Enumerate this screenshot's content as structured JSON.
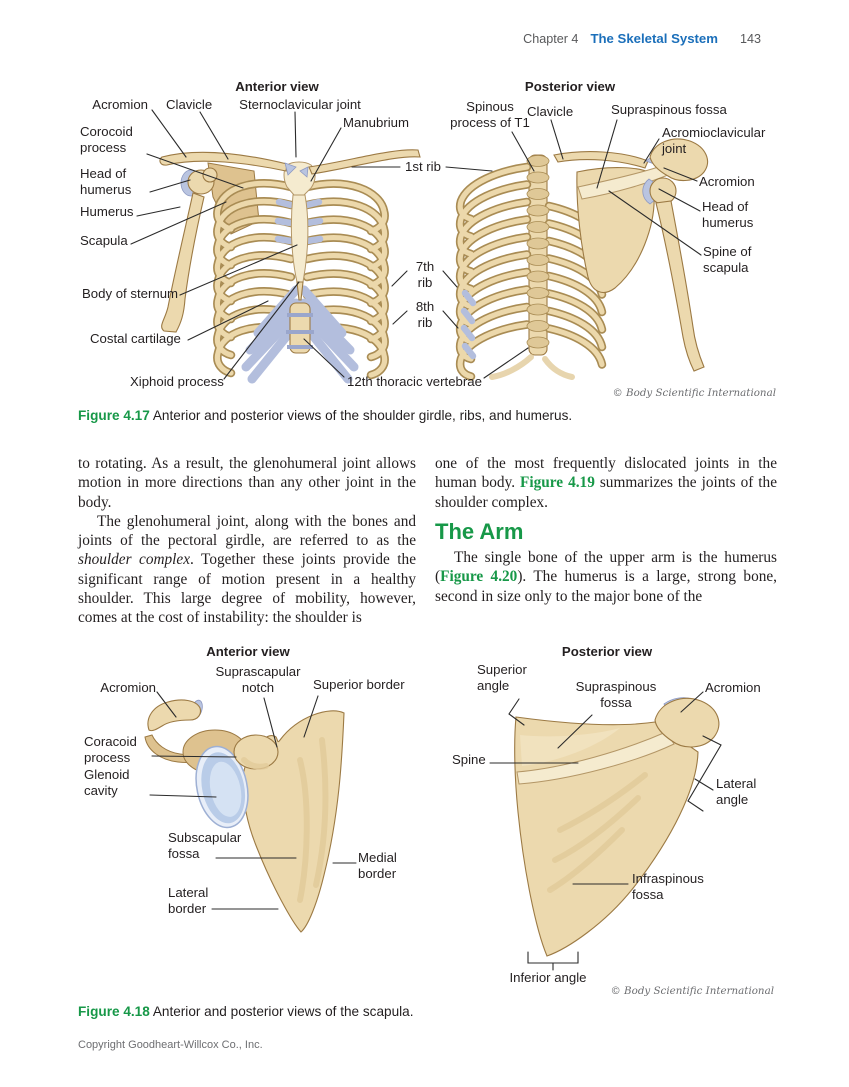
{
  "header": {
    "chapter": "Chapter 4",
    "title": "The Skeletal System",
    "page": "143"
  },
  "colors": {
    "accent_green": "#179848",
    "accent_blue": "#1b6fba",
    "bone": "#ecd9ae",
    "cartilage": "#b9c4e0"
  },
  "fig417": {
    "anterior_title": "Anterior view",
    "posterior_title": "Posterior view",
    "labels": {
      "acromion_a": "Acromion",
      "clavicle_a": "Clavicle",
      "sternoclavicular_joint": "Sternoclavicular joint",
      "manubrium": "Manubrium",
      "corocoid_process": "Corocoid process",
      "head_of_humerus_a": "Head of humerus",
      "humerus": "Humerus",
      "scapula": "Scapula",
      "body_of_sternum": "Body of sternum",
      "costal_cartilage": "Costal cartilage",
      "xiphoid_process": "Xiphoid process",
      "first_rib": "1st rib",
      "seventh_rib": "7th rib",
      "eighth_rib": "8th rib",
      "twelfth_thoracic": "12th thoracic vertebrae",
      "spinous_process_t1": "Spinous process of T1",
      "clavicle_p": "Clavicle",
      "supraspinous_fossa": "Supraspinous fossa",
      "acromioclavicular_joint": "Acromioclavicular joint",
      "acromion_p": "Acromion",
      "head_of_humerus_p": "Head of humerus",
      "spine_of_scapula": "Spine of scapula"
    },
    "credit": "© Body Scientific International",
    "caption_label": "Figure 4.17",
    "caption_text": "Anterior and posterior views of the shoulder girdle, ribs, and humerus."
  },
  "body_text": {
    "col1_p1": "to rotating. As a result, the glenohumeral joint allows motion in more directions than any other joint in the body.",
    "col1_p2_pre": "The glenohumeral joint, along with the bones and joints of the pectoral girdle, are referred to as the ",
    "col1_p2_italic": "shoulder complex",
    "col1_p2_post": ". Together these joints provide the significant range of motion present in a healthy shoulder. This large degree of mobility, however, comes at the cost of instability: the shoulder is",
    "col2_p1_pre": "one of the most frequently dislocated joints in the human body. ",
    "col2_p1_ref": "Figure 4.19",
    "col2_p1_post": " summarizes the joints of the shoulder complex.",
    "arm_heading": "The Arm",
    "col2_p2_pre": "The single bone of the upper arm is the humerus (",
    "col2_p2_ref": "Figure 4.20",
    "col2_p2_post": "). The humerus is a large, strong bone, second in size only to the major bone of the"
  },
  "fig418": {
    "anterior_title": "Anterior view",
    "posterior_title": "Posterior view",
    "labels": {
      "acromion_a": "Acromion",
      "suprascapular_notch": "Suprascapular notch",
      "superior_border": "Superior border",
      "coracoid_process": "Coracoid process",
      "glenoid_cavity": "Glenoid cavity",
      "subscapular_fossa": "Subscapular fossa",
      "medial_border": "Medial border",
      "lateral_border": "Lateral border",
      "superior_angle": "Superior angle",
      "supraspinous_fossa": "Supraspinous fossa",
      "acromion_p": "Acromion",
      "spine": "Spine",
      "lateral_angle": "Lateral angle",
      "infraspinous_fossa": "Infraspinous fossa",
      "inferior_angle": "Inferior angle"
    },
    "credit": "© Body Scientific International",
    "caption_label": "Figure 4.18",
    "caption_text": "Anterior and posterior views of the scapula."
  },
  "footer": {
    "copyright": "Copyright Goodheart-Willcox Co., Inc."
  }
}
